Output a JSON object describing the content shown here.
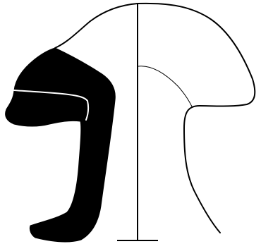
{
  "diagram": {
    "background_color": "#ffffff",
    "ink_color": "#000000",
    "highlight_color": "#ffffff",
    "parts": [
      {
        "name": "outer-profile-outline",
        "fill": "none"
      },
      {
        "name": "black-section-shape",
        "fill": "solid"
      },
      {
        "name": "white-inner-line",
        "fill": "none"
      },
      {
        "name": "inner-curve-line",
        "fill": "none"
      },
      {
        "name": "vertical-axis",
        "fill": "none"
      },
      {
        "name": "base-line",
        "fill": "none"
      }
    ]
  }
}
